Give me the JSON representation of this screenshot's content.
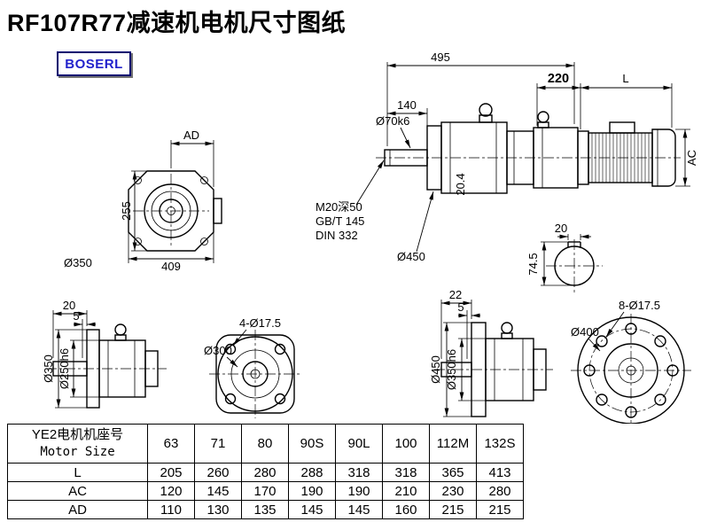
{
  "page": {
    "title": "RF107R77减速机电机尺寸图纸",
    "logo": "BOSERL"
  },
  "views": {
    "front_top": {
      "ad": "AD",
      "height": "255",
      "width": "409",
      "dia": "Ø350"
    },
    "side_main": {
      "overall": "495",
      "shaft_len": "140",
      "shaft_dia": "Ø70k6",
      "d220": "220",
      "L": "L",
      "AC": "AC",
      "tap_note_1": "M20深50",
      "tap_note_2": "GB/T 145",
      "tap_note_3": "DIN 332",
      "flange_dia": "Ø450",
      "key_h": "20.4",
      "key_w": "20",
      "key_depth": "74.5"
    },
    "side_small_flange": {
      "d20": "20",
      "d5": "5",
      "flange_dia": "Ø350",
      "spigot_dia": "Ø250h6"
    },
    "flange_square": {
      "holes": "4-Ø17.5",
      "dia": "Ø300"
    },
    "side_large_flange": {
      "d22": "22",
      "d5": "5",
      "flange_dia": "Ø450",
      "spigot_dia": "Ø350h6"
    },
    "flange_round": {
      "holes": "8-Ø17.5",
      "dia": "Ø400"
    }
  },
  "table": {
    "header_cn": "YE2电机机座号",
    "header_en": "Motor Size",
    "sizes": [
      "63",
      "71",
      "80",
      "90S",
      "90L",
      "100",
      "112M",
      "132S"
    ],
    "rows": [
      {
        "label": "L",
        "values": [
          "205",
          "260",
          "280",
          "288",
          "318",
          "318",
          "365",
          "413"
        ]
      },
      {
        "label": "AC",
        "values": [
          "120",
          "145",
          "170",
          "190",
          "190",
          "210",
          "230",
          "280"
        ]
      },
      {
        "label": "AD",
        "values": [
          "110",
          "130",
          "135",
          "145",
          "145",
          "160",
          "215",
          "215"
        ]
      }
    ]
  }
}
